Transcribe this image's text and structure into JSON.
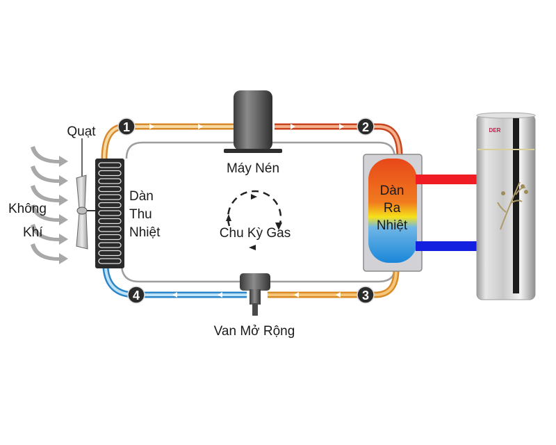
{
  "title": "Heat pump gas cycle diagram",
  "labels": {
    "fan": "Quạt",
    "air_line1": "Không",
    "air_line2": "Khí",
    "evaporator_line1": "Dàn",
    "evaporator_line2": "Thu",
    "evaporator_line3": "Nhiệt",
    "compressor": "Máy Nén",
    "condenser_line1": "Dàn",
    "condenser_line2": "Ra",
    "condenser_line3": "Nhiệt",
    "cycle": "Chu Kỳ Gas",
    "expansion_valve": "Van Mở Rộng"
  },
  "nodes": [
    {
      "id": "1",
      "label": "1"
    },
    {
      "id": "2",
      "label": "2"
    },
    {
      "id": "3",
      "label": "3"
    },
    {
      "id": "4",
      "label": "4"
    }
  ],
  "tank": {
    "brand": "DER"
  },
  "colors": {
    "pipe_warm": "#e8a444",
    "pipe_hot": "#d9542b",
    "pipe_cold": "#2f8fd0",
    "hot_water_line": "#ef1c24",
    "cold_water_line": "#1420e0",
    "node_fill": "#2b2b2b",
    "compressor": "#5f5f5f"
  }
}
